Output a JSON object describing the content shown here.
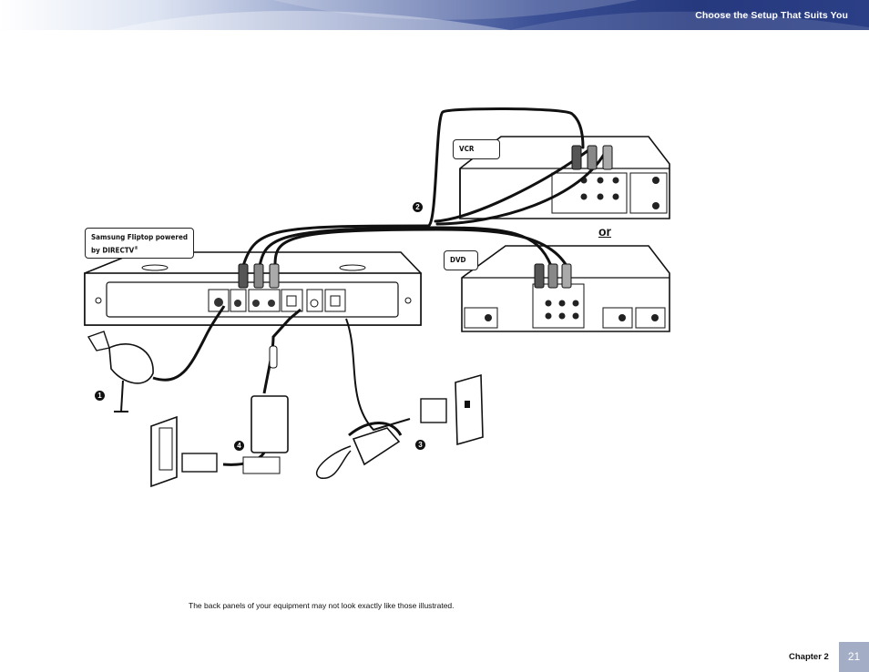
{
  "header": {
    "title": "Choose the Setup That Suits You"
  },
  "labels": {
    "vcr": "VCR",
    "dvd": "DVD",
    "receiver": "Samsung Fliptop powered by DIRECTV",
    "receiver_line1": "Samsung Fliptop powered",
    "receiver_line2": "by DIRECTV",
    "registered": "®",
    "or": "or"
  },
  "steps": {
    "one": "1",
    "two": "2",
    "three": "3",
    "four": "4"
  },
  "footnote": "The back panels of your equipment may not look exactly like those illustrated.",
  "footer": {
    "chapter": "Chapter 2",
    "page": "21"
  },
  "colors": {
    "header_dark": "#26397f",
    "page_tab": "#a4adc6"
  }
}
